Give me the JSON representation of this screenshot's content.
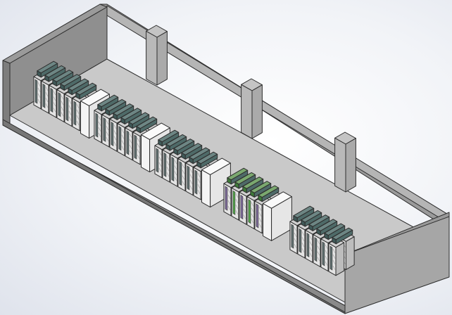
{
  "scene": {
    "background": "#eef0f5",
    "wall_color": "#8d8d8d",
    "floor_color": "#c8c8c8",
    "rack_body_color": "#e4e4e4",
    "rack_door_color": "#5f6f6f",
    "tray_color": "#4e6a68",
    "accent_green": "#54a64c",
    "accent_purple": "#7d6b9a",
    "unit_white": "#f4f4f4"
  },
  "rows": [
    {
      "id": "row-1",
      "racks": 6,
      "columns": 2,
      "has_unit": true,
      "style": "gray"
    },
    {
      "id": "row-2",
      "racks": 6,
      "columns": 2,
      "has_unit": true,
      "style": "gray"
    },
    {
      "id": "row-3",
      "racks": 6,
      "columns": 2,
      "has_unit": true,
      "style": "gray"
    },
    {
      "id": "row-4",
      "racks": 5,
      "columns": 2,
      "has_unit": true,
      "style": "green"
    },
    {
      "id": "row-5",
      "racks": 6,
      "columns": 2,
      "has_unit": false,
      "style": "gray"
    }
  ],
  "columns": {
    "count": 3
  }
}
